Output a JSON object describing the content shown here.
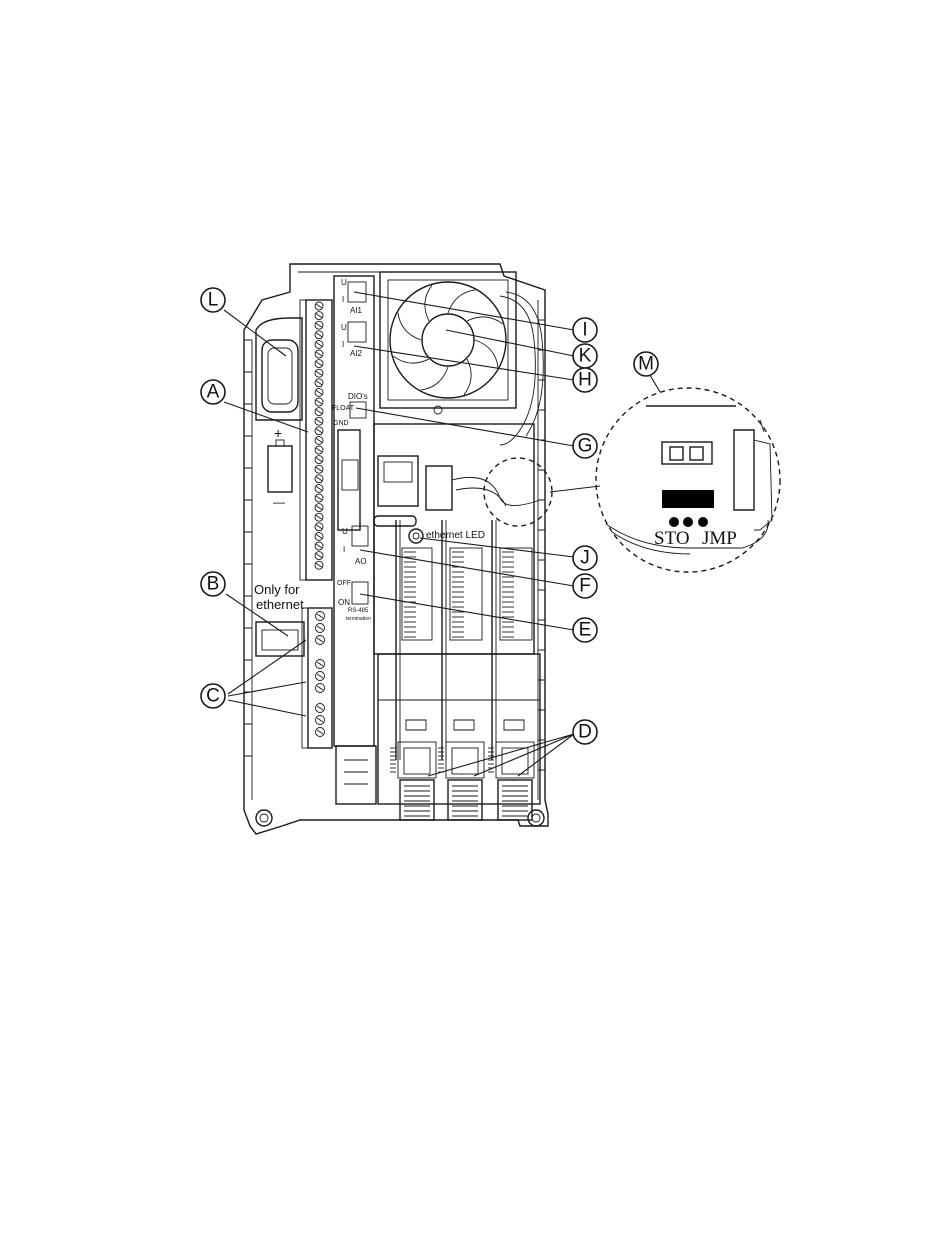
{
  "callouts": [
    "L",
    "A",
    "B",
    "C",
    "I",
    "K",
    "H",
    "G",
    "J",
    "F",
    "E",
    "D",
    "M"
  ],
  "board_labels": {
    "ai1_u": "U",
    "ai1_i": "I",
    "ai1": "AI1",
    "ai2_u": "U",
    "ai2_i": "I",
    "ai2": "AI2",
    "dios": "DIO's",
    "float": "FLOAT",
    "gnd": "GND",
    "ao_u": "U",
    "ao_i": "I",
    "ao": "AO",
    "off": "OFF",
    "on": "ON",
    "rs485": "RS-485",
    "termination": "termination",
    "ethernet_led": "ethernet LED",
    "only_for": "Only for",
    "ethernet": "ethernet",
    "plus": "+",
    "minus": "—"
  },
  "zoom_labels": {
    "sto": "STO",
    "jmp": "JMP"
  }
}
